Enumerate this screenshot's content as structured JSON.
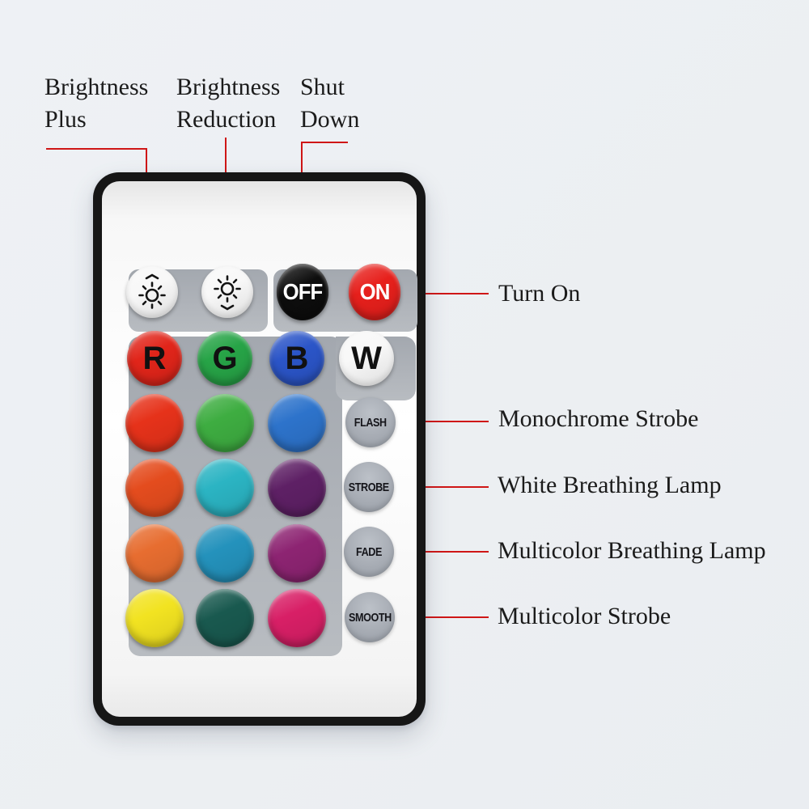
{
  "scene": {
    "background_color": "#edf0f3",
    "callout_color": "#cf1616",
    "label_color": "#1b1b1b"
  },
  "callouts": {
    "top": [
      {
        "id": "brightness-plus",
        "line1": "Brightness",
        "line2": "Plus"
      },
      {
        "id": "brightness-reduction",
        "line1": "Brightness",
        "line2": "Reduction"
      },
      {
        "id": "shut-down",
        "line1": "Shut",
        "line2": "Down"
      }
    ],
    "right": [
      {
        "id": "turn-on",
        "label": "Turn On"
      },
      {
        "id": "monochrome-strobe",
        "label": "Monochrome Strobe"
      },
      {
        "id": "white-breathing-lamp",
        "label": "White Breathing Lamp"
      },
      {
        "id": "multicolor-breathing-lamp",
        "label": "Multicolor Breathing Lamp"
      },
      {
        "id": "multicolor-strobe",
        "label": "Multicolor Strobe"
      }
    ]
  },
  "remote": {
    "power_row": {
      "brightness_plus": {
        "icon": "brightness-up-icon",
        "color": "#f8f8f8"
      },
      "brightness_reduction": {
        "icon": "brightness-down-icon",
        "color": "#f8f8f8"
      },
      "off": {
        "label": "OFF",
        "color": "#0d0d0d",
        "text_color": "#ffffff"
      },
      "on": {
        "label": "ON",
        "color": "#e7201c",
        "text_color": "#ffffff"
      }
    },
    "rgbw_row": [
      {
        "label": "R",
        "color": "#e1251a"
      },
      {
        "label": "G",
        "color": "#27a447"
      },
      {
        "label": "B",
        "color": "#2b55c8"
      },
      {
        "label": "W",
        "color": "#f7f7f7"
      }
    ],
    "color_grid": [
      {
        "row": 1,
        "colors": [
          "#e6321a",
          "#3ead41",
          "#2d73cb"
        ]
      },
      {
        "row": 2,
        "colors": [
          "#e44c1e",
          "#2bb4c3",
          "#5e2065"
        ]
      },
      {
        "row": 3,
        "colors": [
          "#e76d30",
          "#2492bc",
          "#8d2472"
        ]
      },
      {
        "row": 4,
        "colors": [
          "#f2e321",
          "#19594f",
          "#d81f66"
        ]
      }
    ],
    "mode_buttons": [
      {
        "label": "FLASH",
        "color": "#a5aab2"
      },
      {
        "label": "STROBE",
        "color": "#a5aab2"
      },
      {
        "label": "FADE",
        "color": "#a5aab2"
      },
      {
        "label": "SMOOTH",
        "color": "#a5aab2"
      }
    ]
  }
}
